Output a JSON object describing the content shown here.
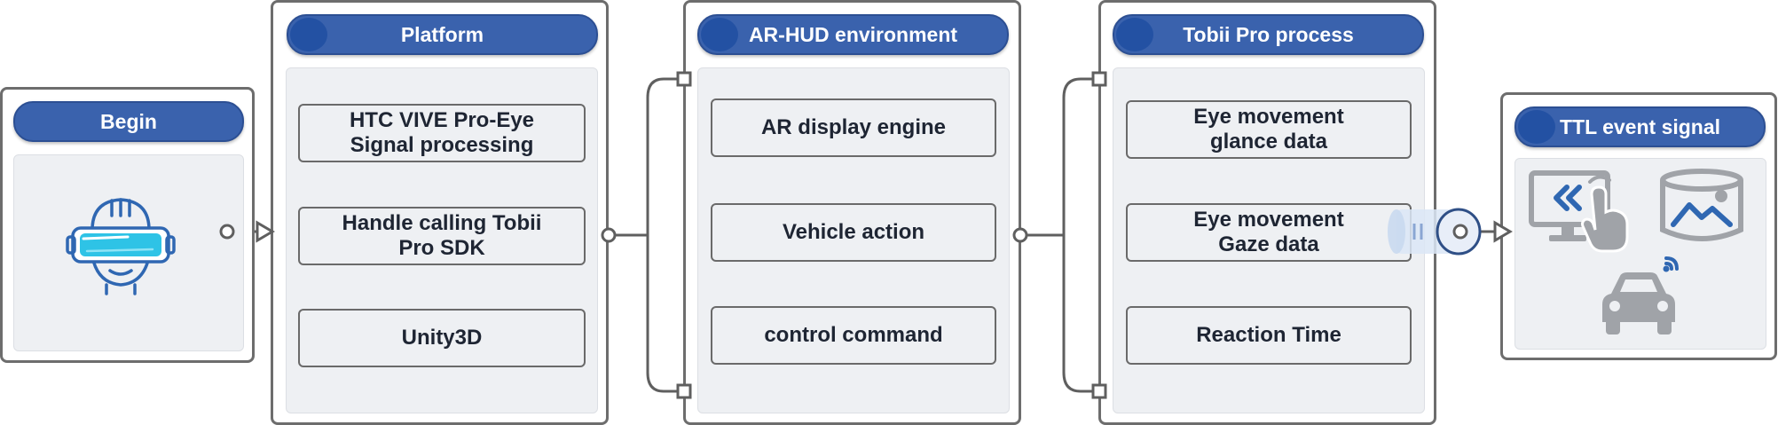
{
  "stages": {
    "begin": {
      "title": "Begin",
      "icon": "vr-headset-person-icon"
    },
    "platform": {
      "title": "Platform",
      "items": [
        "HTC VIVE Pro-Eye\nSignal processing",
        "Handle calling Tobii\nPro SDK",
        "Unity3D"
      ]
    },
    "arhud": {
      "title": "AR-HUD environment",
      "items": [
        "AR display engine",
        "Vehicle action",
        "control command"
      ]
    },
    "tobii": {
      "title": "Tobii Pro process",
      "items": [
        "Eye movement\nglance data",
        "Eye movement\nGaze data",
        "Reaction Time"
      ]
    },
    "ttl": {
      "title": "TTL event signal",
      "icons": [
        "monitor-touch-icon",
        "panorama-icon",
        "connected-car-icon"
      ]
    }
  },
  "colors": {
    "header": "#3a62ad",
    "panel_border": "#6d6d6d",
    "inner_bg": "#eef0f3",
    "icon_blue": "#2f67b2",
    "icon_gray": "#a0a3a8"
  }
}
